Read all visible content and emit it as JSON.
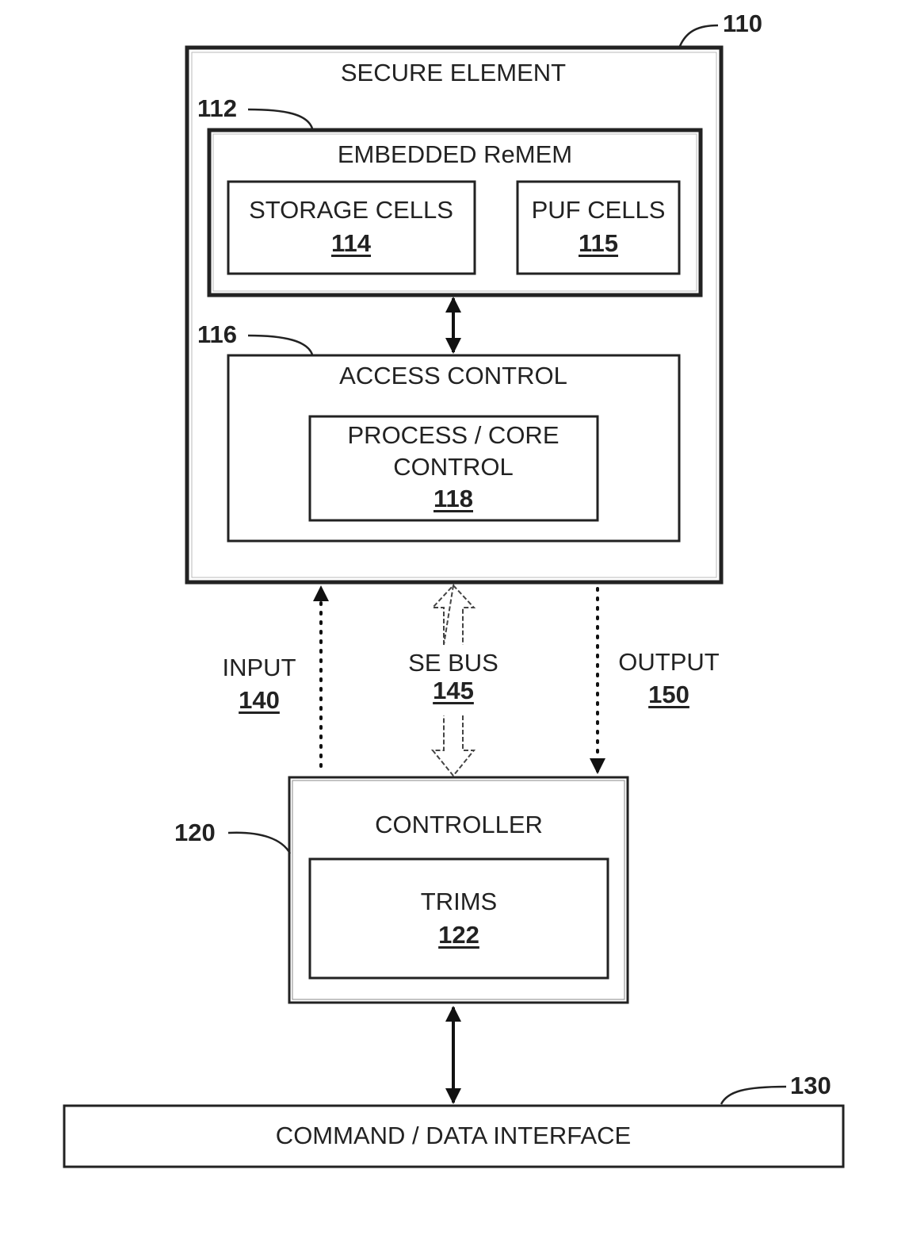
{
  "secure_element": {
    "ref": "110",
    "title": "SECURE ELEMENT"
  },
  "embedded_remem": {
    "ref": "112",
    "title": "EMBEDDED ReMEM"
  },
  "storage_cells": {
    "label": "STORAGE CELLS",
    "num": "114"
  },
  "puf_cells": {
    "label": "PUF CELLS",
    "num": "115"
  },
  "access_control": {
    "ref": "116",
    "title": "ACCESS CONTROL"
  },
  "process_core": {
    "line1": "PROCESS / CORE",
    "line2": "CONTROL",
    "num": "118"
  },
  "input": {
    "label": "INPUT",
    "num": "140"
  },
  "se_bus": {
    "label": "SE BUS",
    "num": "145"
  },
  "output": {
    "label": "OUTPUT",
    "num": "150"
  },
  "controller": {
    "ref": "120",
    "title": "CONTROLLER"
  },
  "trims": {
    "label": "TRIMS",
    "num": "122"
  },
  "command_interface": {
    "ref": "130",
    "label": "COMMAND / DATA INTERFACE"
  }
}
